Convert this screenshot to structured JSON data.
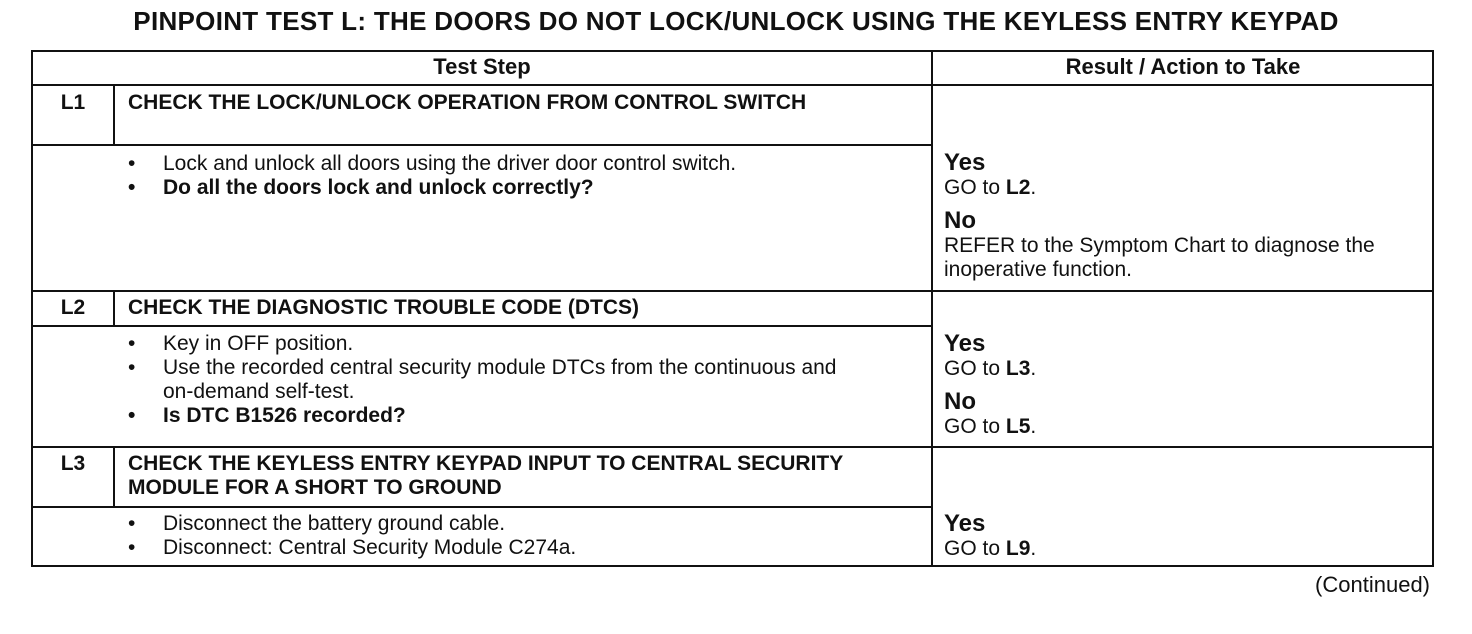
{
  "title": "PINPOINT TEST  L: THE DOORS DO NOT LOCK/UNLOCK USING THE KEYLESS ENTRY KEYPAD",
  "headers": {
    "test_step": "Test Step",
    "result": "Result / Action to Take"
  },
  "steps": [
    {
      "id": "L1",
      "heading": "CHECK THE LOCK/UNLOCK OPERATION FROM CONTROL SWITCH",
      "bullets": [
        "Lock and unlock all doors using the driver door control switch."
      ],
      "question": "Do all the doors lock and unlock correctly?",
      "results": [
        {
          "answer": "Yes",
          "action": "GO to",
          "target": "L2",
          "suffix": "."
        },
        {
          "answer": "No",
          "action": "REFER to the Symptom Chart to diagnose the inoperative function."
        }
      ]
    },
    {
      "id": "L2",
      "heading": "CHECK THE DIAGNOSTIC TROUBLE CODE (DTCS)",
      "bullets": [
        "Key in OFF position.",
        "Use the recorded central security module DTCs from the continuous and on-demand self-test."
      ],
      "question": "Is DTC B1526 recorded?",
      "results": [
        {
          "answer": "Yes",
          "action": "GO to",
          "target": "L3",
          "suffix": "."
        },
        {
          "answer": "No",
          "action": "GO to",
          "target": "L5",
          "suffix": "."
        }
      ]
    },
    {
      "id": "L3",
      "heading": "CHECK THE KEYLESS ENTRY KEYPAD INPUT TO CENTRAL SECURITY MODULE FOR A SHORT TO GROUND",
      "bullets": [
        "Disconnect the battery ground cable.",
        "Disconnect: Central Security Module C274a."
      ],
      "results": [
        {
          "answer": "Yes",
          "action": "GO to",
          "target": "L9",
          "suffix": "."
        }
      ]
    }
  ],
  "footer": "(Continued)"
}
